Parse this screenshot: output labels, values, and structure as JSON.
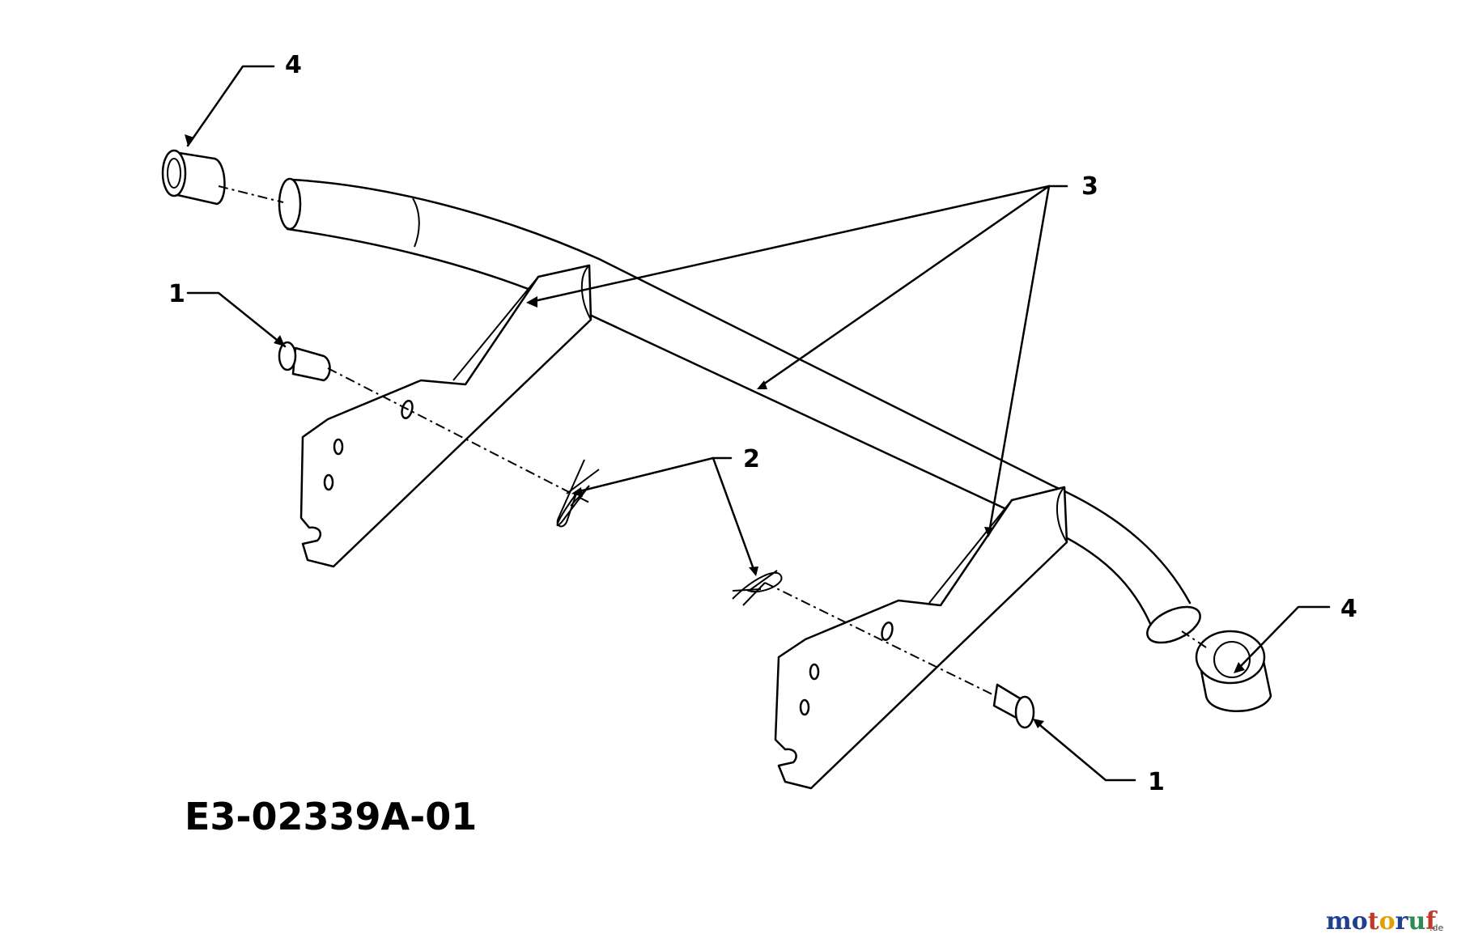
{
  "diagram": {
    "drawing_code": "E3-02339A-01",
    "callouts": {
      "c1a": "1",
      "c1b": "1",
      "c2": "2",
      "c3": "3",
      "c4a": "4",
      "c4b": "4"
    },
    "watermark": {
      "letters": [
        "m",
        "o",
        "t",
        "o",
        "r",
        "u",
        "f"
      ],
      "colors": [
        "#1f3f8f",
        "#1f3f8f",
        "#c0392b",
        "#e0a100",
        "#1f3f8f",
        "#2e8b57",
        "#c0392b"
      ],
      "suffix": ".de"
    }
  }
}
